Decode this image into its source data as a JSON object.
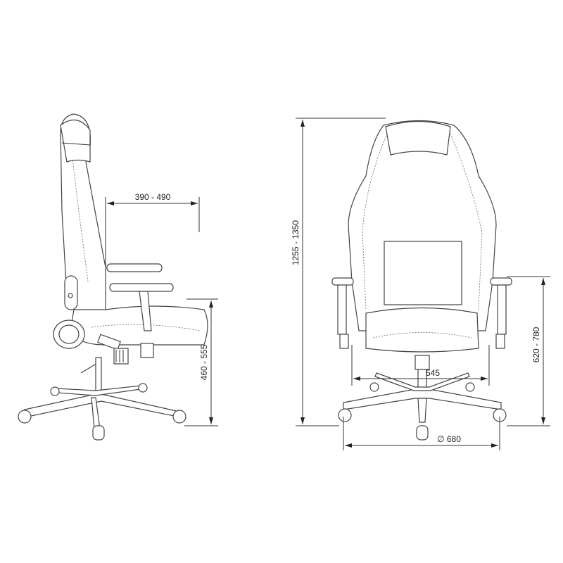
{
  "dimensions": {
    "seat_depth": "390 - 490",
    "seat_height": "460 - 555",
    "total_height": "1255 - 1350",
    "armrest_height": "620 - 780",
    "seat_width": "545",
    "base_diameter": "∅ 680"
  },
  "colors": {
    "line": "#333333",
    "background": "#ffffff"
  }
}
